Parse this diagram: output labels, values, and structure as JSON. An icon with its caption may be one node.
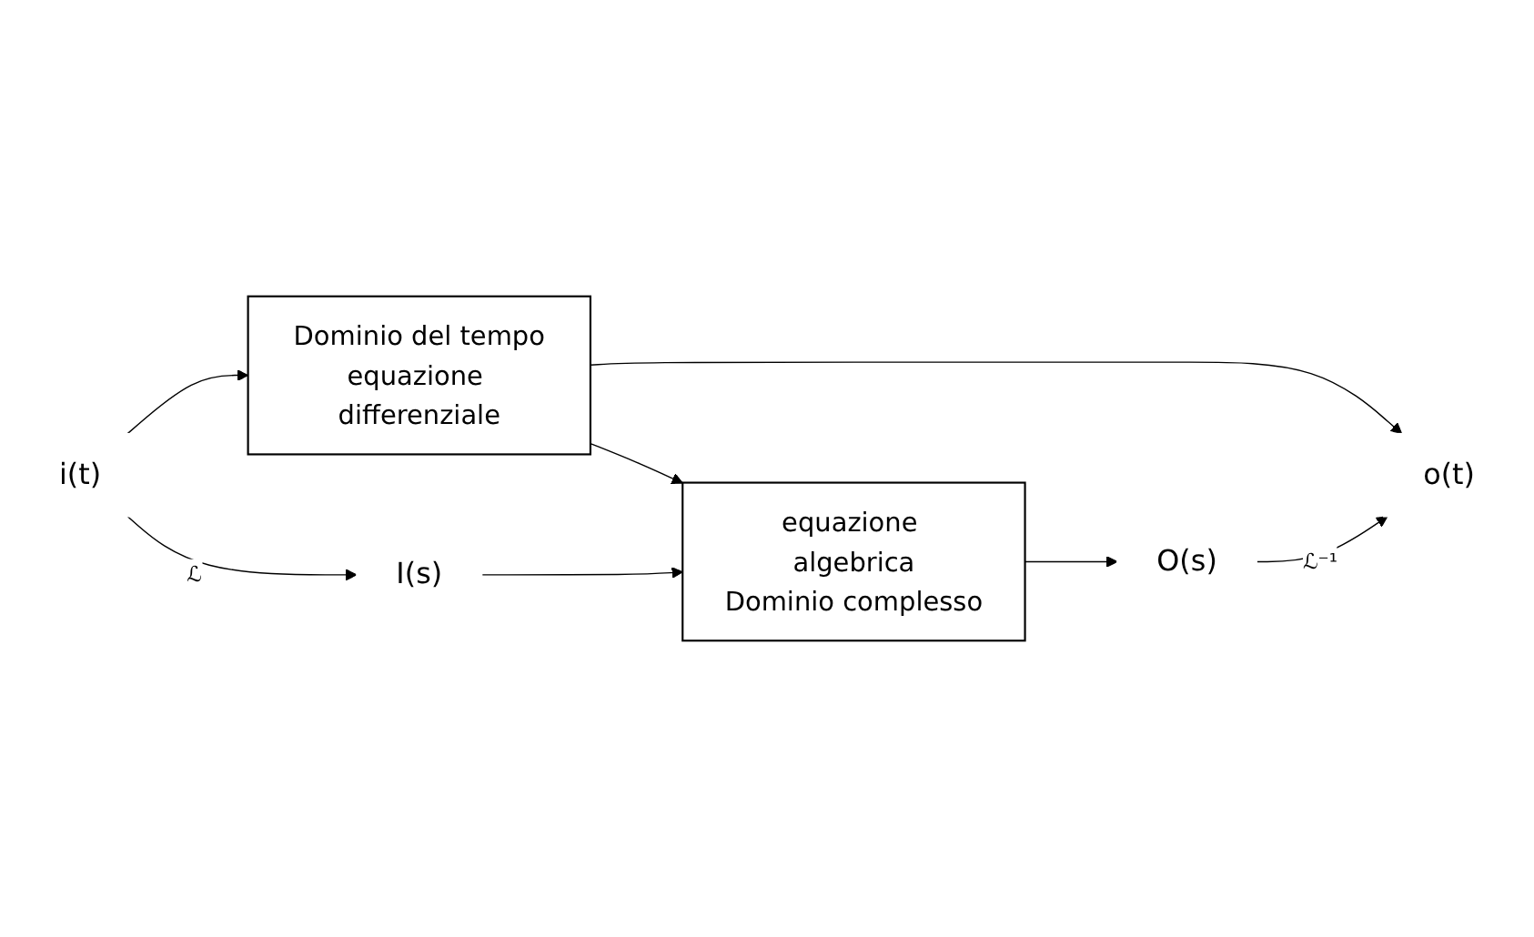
{
  "diagram": {
    "nodes": [
      {
        "text": [
          "i(t)"
        ]
      },
      {
        "text": [
          "Dominio del tempo",
          "equazione differenziale"
        ]
      },
      {
        "text": [
          "o(t)"
        ]
      },
      {
        "text": [
          "I(s)"
        ]
      },
      {
        "text": [
          "equazione algebrica",
          "Dominio complesso"
        ]
      },
      {
        "text": [
          "O(s)"
        ]
      }
    ],
    "edges": [
      {
        "from": 0,
        "to": 1,
        "arrow": "to"
      },
      {
        "from": 1,
        "to": 2,
        "arrow": "to"
      },
      {
        "from": 0,
        "to": 3,
        "arrow": "to",
        "label": "ℒ"
      },
      {
        "from": 1,
        "to": 4,
        "arrow": "to"
      },
      {
        "from": 3,
        "to": 4,
        "arrow": "to"
      },
      {
        "from": 4,
        "to": 5,
        "arrow": "to"
      },
      {
        "from": 5,
        "to": 2,
        "arrow": "to",
        "label": "ℒ⁻¹"
      }
    ]
  }
}
